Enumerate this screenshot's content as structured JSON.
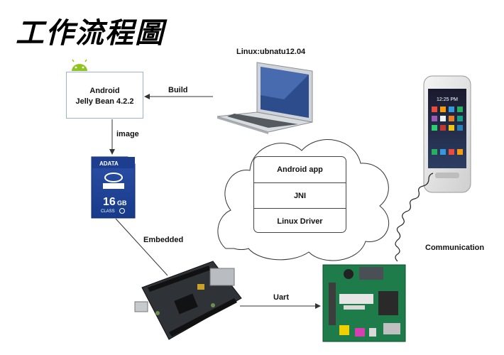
{
  "page": {
    "title": "工作流程圖"
  },
  "nodes": {
    "linux_host": {
      "label": "Linux:ubnatu12.04"
    },
    "android": {
      "line1": "Android",
      "line2": "Jelly Bean 4.2.2"
    },
    "sd_card": {
      "brand": "ADATA",
      "capacity": "16",
      "unit": "GB",
      "class_text": "CLASS"
    },
    "software_stack": {
      "layers": [
        "Android app",
        "JNI",
        "Linux Driver"
      ]
    }
  },
  "edges": {
    "build": "Build",
    "image": "image",
    "embedded": "Embedded",
    "uart": "Uart",
    "communication": "Communication"
  },
  "phone": {
    "time": "12:25 PM"
  }
}
